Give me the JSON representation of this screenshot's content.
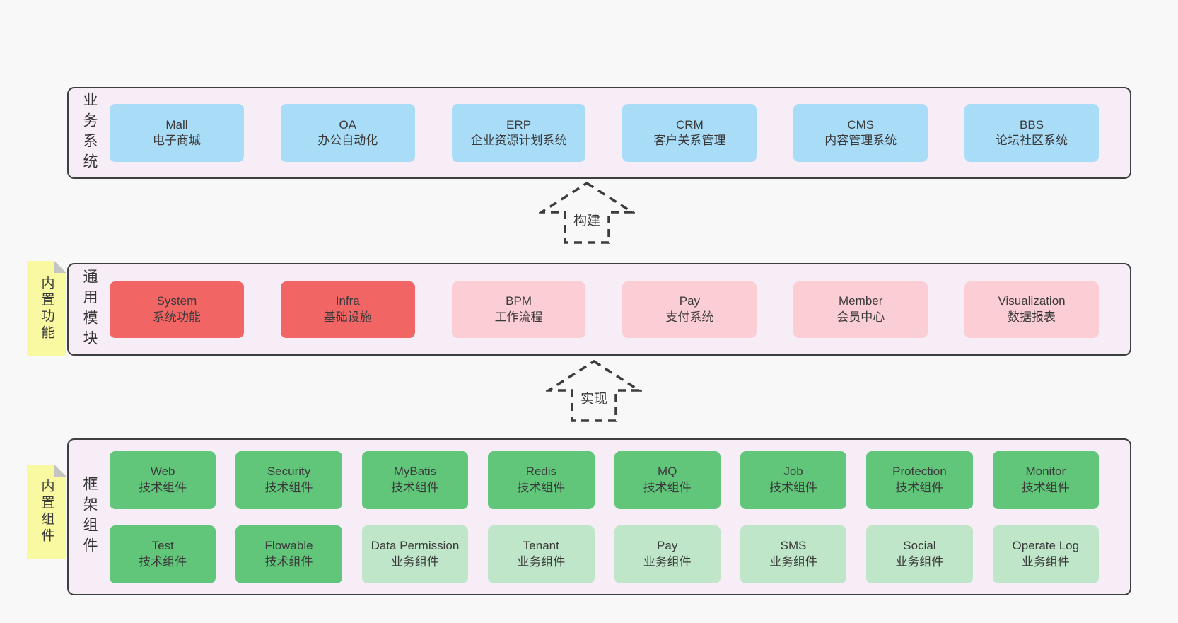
{
  "colors": {
    "page_background": "#f8f8f8",
    "band_background": "#f7edf6",
    "band_border": "#3f3f3f",
    "blue_box": "#a9dcf7",
    "red_box": "#f16565",
    "pink_box": "#fbcdd5",
    "green_box": "#61c57a",
    "light_green_box": "#bfe6c9",
    "sticky_yellow": "#f9f9a1",
    "sticky_fold_gray": "#c4c4c4"
  },
  "arrows": [
    {
      "label": "构建"
    },
    {
      "label": "实现"
    }
  ],
  "bands": [
    {
      "label": "业务系统",
      "boxes": [
        {
          "title": "Mall",
          "subtitle": "电子商城"
        },
        {
          "title": "OA",
          "subtitle": "办公自动化"
        },
        {
          "title": "ERP",
          "subtitle": "企业资源计划系统"
        },
        {
          "title": "CRM",
          "subtitle": "客户关系管理"
        },
        {
          "title": "CMS",
          "subtitle": "内容管理系统"
        },
        {
          "title": "BBS",
          "subtitle": "论坛社区系统"
        }
      ]
    },
    {
      "label": "通用模块",
      "sticky": "内置功能",
      "boxes": [
        {
          "title": "System",
          "subtitle": "系统功能"
        },
        {
          "title": "Infra",
          "subtitle": "基础设施"
        },
        {
          "title": "BPM",
          "subtitle": "工作流程"
        },
        {
          "title": "Pay",
          "subtitle": "支付系统"
        },
        {
          "title": "Member",
          "subtitle": "会员中心"
        },
        {
          "title": "Visualization",
          "subtitle": "数据报表"
        }
      ]
    },
    {
      "label": "框架组件",
      "sticky": "内置组件",
      "boxes": [
        {
          "title": "Web",
          "subtitle": "技术组件"
        },
        {
          "title": "Security",
          "subtitle": "技术组件"
        },
        {
          "title": "MyBatis",
          "subtitle": "技术组件"
        },
        {
          "title": "Redis",
          "subtitle": "技术组件"
        },
        {
          "title": "MQ",
          "subtitle": "技术组件"
        },
        {
          "title": "Job",
          "subtitle": "技术组件"
        },
        {
          "title": "Protection",
          "subtitle": "技术组件"
        },
        {
          "title": "Monitor",
          "subtitle": "技术组件"
        },
        {
          "title": "Test",
          "subtitle": "技术组件"
        },
        {
          "title": "Flowable",
          "subtitle": "技术组件"
        },
        {
          "title": "Data Permission",
          "subtitle": "业务组件"
        },
        {
          "title": "Tenant",
          "subtitle": "业务组件"
        },
        {
          "title": "Pay",
          "subtitle": "业务组件"
        },
        {
          "title": "SMS",
          "subtitle": "业务组件"
        },
        {
          "title": "Social",
          "subtitle": "业务组件"
        },
        {
          "title": "Operate Log",
          "subtitle": "业务组件"
        }
      ]
    }
  ]
}
